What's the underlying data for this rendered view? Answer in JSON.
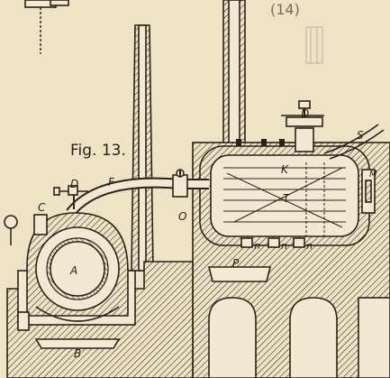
{
  "page_number": "(14)",
  "figure_label": "Fig. 13.",
  "labels": {
    "A": "A",
    "B": "B",
    "C": "C",
    "D1": "D",
    "F": "F",
    "O": "O",
    "D2": "D",
    "S": "S",
    "K": "K",
    "T": "T",
    "M": "M",
    "P": "P",
    "n1": "n",
    "n2": "n",
    "n3": "n"
  },
  "colors": {
    "paper": "#efe3c6",
    "ink": "#2a2118"
  }
}
